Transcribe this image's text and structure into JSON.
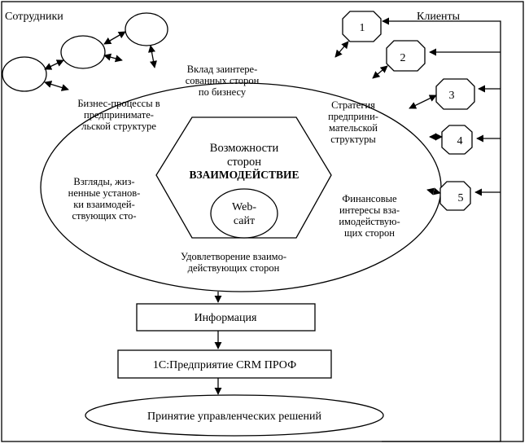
{
  "diagram": {
    "employees_label": "Сотрудники",
    "clients_label": "Клиенты",
    "ellipse_labels": {
      "top": [
        "Вклад заинтере-",
        "сованных сторон",
        "по бизнесу"
      ],
      "upper_left": [
        "Бизнес-процессы в",
        "предпринимате-",
        "льской структуре"
      ],
      "upper_right": [
        "Стратегия",
        "предприни-",
        "мательской",
        "структуры"
      ],
      "left": [
        "Взгляды, жиз-",
        "ненные установ-",
        "ки взаимодей-",
        "ствующих сто-"
      ],
      "right": [
        "Финансовые",
        "интересы вза-",
        "имодействую-",
        "щих сторон"
      ],
      "bottom": [
        "Удовлетворение взаимо-",
        "действующих сторон"
      ]
    },
    "hexagon": {
      "line1": "Возможности",
      "line2": "сторон",
      "line3": "ВЗАИМОДЕЙСТВИЕ"
    },
    "website": [
      "Web-",
      "сайт"
    ],
    "clients": [
      "1",
      "2",
      "3",
      "4",
      "5"
    ],
    "info_box": "Информация",
    "crm_box": "1С:Предприятие CRM ПРОФ",
    "decision": "Принятие управленческих решений"
  }
}
